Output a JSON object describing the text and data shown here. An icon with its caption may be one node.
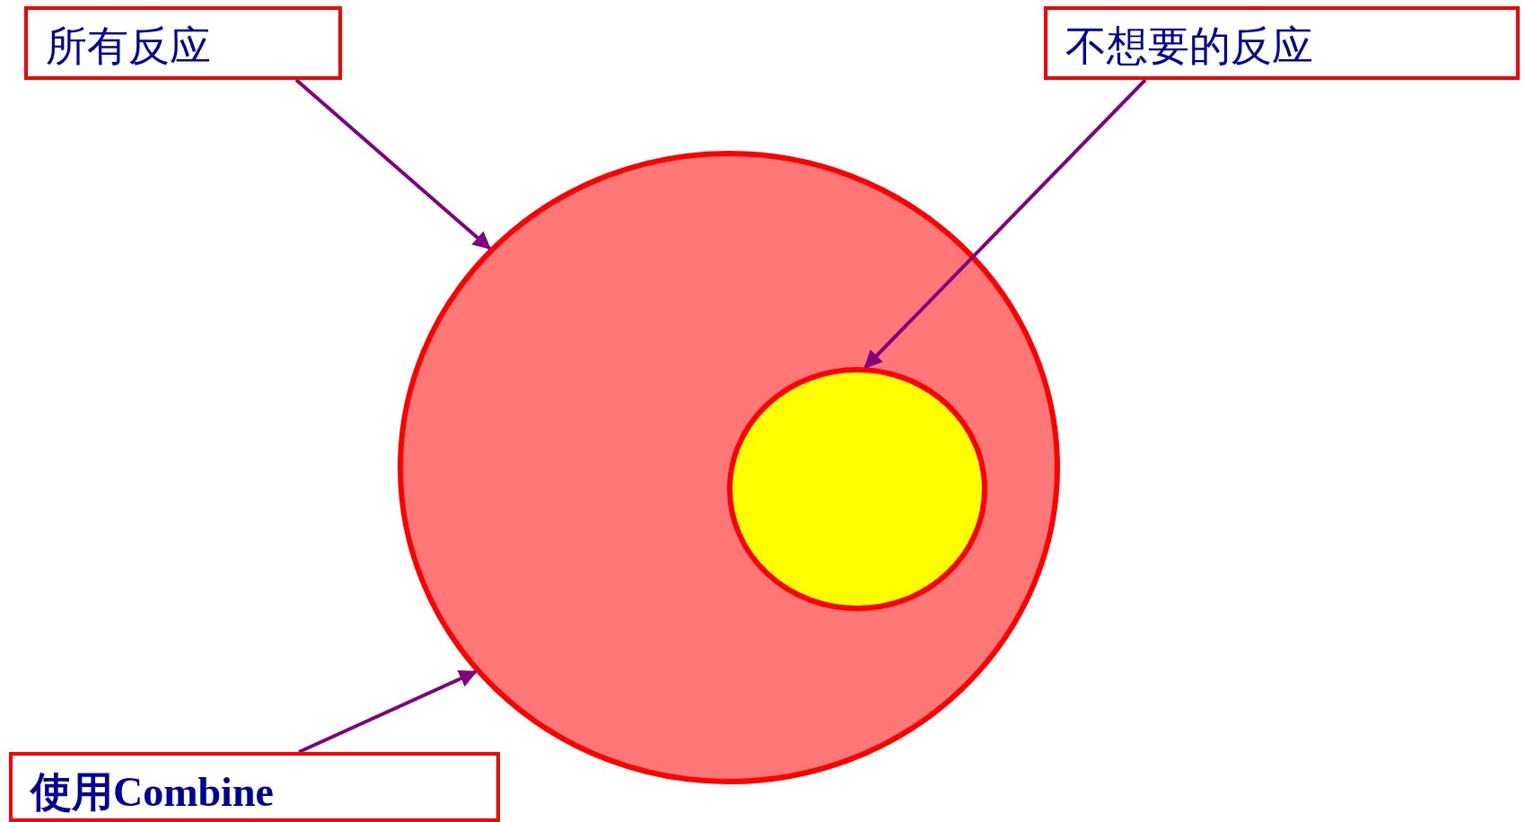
{
  "diagram": {
    "nodes": [
      {
        "text": [
          "所有反应"
        ]
      },
      {
        "text": [
          "不想要的反应"
        ]
      },
      {
        "text": [
          "使用Combine"
        ]
      },
      {
        "text": [],
        "shape": "circle"
      },
      {
        "text": [],
        "shape": "circle",
        "in": 3
      }
    ],
    "edges": [
      {
        "from": 0,
        "to": 3,
        "arrow": "to"
      },
      {
        "from": 1,
        "to": 4,
        "arrow": "to"
      },
      {
        "from": 2,
        "to": 3,
        "arrow": "to"
      }
    ]
  }
}
